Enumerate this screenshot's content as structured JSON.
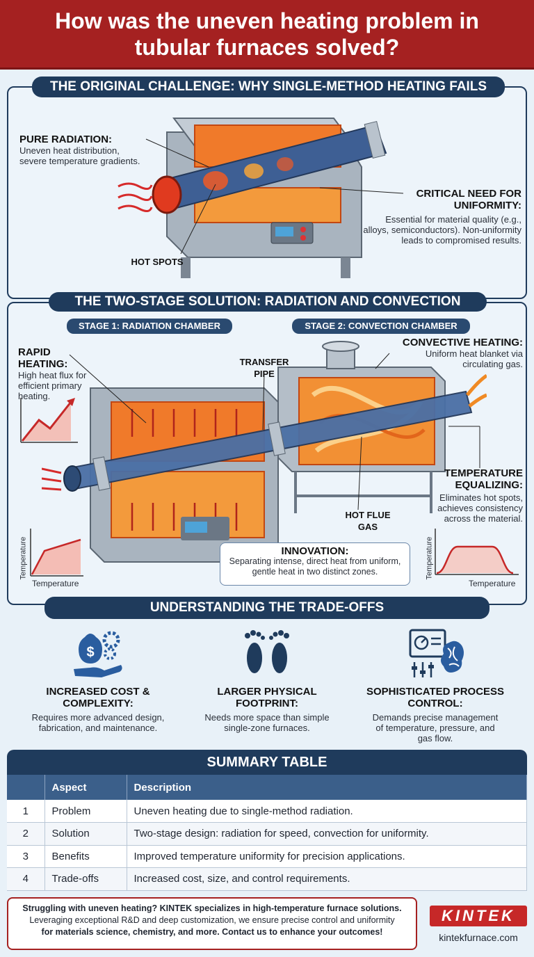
{
  "title": "How was the uneven heating problem in tubular furnaces solved?",
  "challenge": {
    "heading": "THE ORIGINAL CHALLENGE: WHY SINGLE-METHOD HEATING FAILS",
    "pure_radiation_title": "PURE RADIATION:",
    "pure_radiation_text": "Uneven heat distribution, severe temperature gradients.",
    "hot_spots": "HOT SPOTS",
    "critical_title": "CRITICAL NEED FOR UNIFORMITY:",
    "critical_text": "Essential for material quality (e.g., alloys, semiconductors). Non-uniformity leads to compromised results."
  },
  "solution": {
    "heading": "THE TWO-STAGE SOLUTION: RADIATION AND CONVECTION",
    "stage1": "STAGE 1: RADIATION CHAMBER",
    "stage2": "STAGE 2: CONVECTION CHAMBER",
    "rapid_title": "RAPID HEATING:",
    "rapid_text": "High heat flux for efficient primary heating.",
    "transfer_pipe": "TRANSFER PIPE",
    "convective_title": "CONVECTIVE HEATING:",
    "convective_text": "Uniform heat blanket via circulating gas.",
    "equalizing_title": "TEMPERATURE EQUALIZING:",
    "equalizing_text": "Eliminates hot spots, achieves consistency across the material.",
    "hot_flue_gas": "HOT FLUE GAS",
    "innovation_title": "INNOVATION:",
    "innovation_text": "Separating intense, direct heat from uniform, gentle heat in two distinct zones.",
    "graph_y_label": "Temperature",
    "graph_x_label": "Temperature",
    "graph2_x_label": "Temperature"
  },
  "tradeoffs": {
    "heading": "UNDERSTANDING THE TRADE-OFFS",
    "items": [
      {
        "title": "INCREASED COST & COMPLEXITY:",
        "text": "Requires more advanced design, fabrication, and maintenance."
      },
      {
        "title": "LARGER PHYSICAL FOOTPRINT:",
        "text": "Needs more space than simple single-zone furnaces."
      },
      {
        "title": "SOPHISTICATED PROCESS CONTROL:",
        "text": "Demands precise management of temperature, pressure, and gas flow."
      }
    ]
  },
  "summary": {
    "heading": "SUMMARY TABLE",
    "columns": [
      "",
      "Aspect",
      "Description"
    ],
    "rows": [
      [
        "1",
        "Problem",
        "Uneven heating due to single-method radiation."
      ],
      [
        "2",
        "Solution",
        "Two-stage design: radiation for speed, convection for uniformity."
      ],
      [
        "3",
        "Benefits",
        "Improved temperature uniformity for precision applications."
      ],
      [
        "4",
        "Trade-offs",
        "Increased cost, size, and control requirements."
      ]
    ]
  },
  "footer": {
    "line1": "Struggling with uneven heating? KINTEK specializes in high-temperature furnace solutions.",
    "line2": "Leveraging exceptional R&D and deep customization, we ensure precise control and uniformity",
    "line3": "for materials science, chemistry, and more. Contact us to enhance your outcomes!",
    "brand": "KINTEK",
    "website": "kintekfurnace.com"
  },
  "colors": {
    "accent_red": "#a52121",
    "navy": "#1f3b5c",
    "flame": "#f26b1d",
    "steel": "#9aa7b4"
  }
}
